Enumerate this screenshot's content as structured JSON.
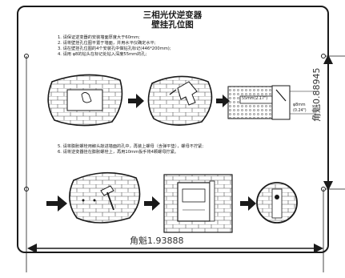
{
  "title": {
    "line1": "三相光伏逆变器",
    "line2": "壁挂孔位图"
  },
  "steps_top": [
    "1. 请保证逆变器的安装墙面厚度大于60mm;",
    "2. 请将壁挂孔位图平置于墙面，并用水平仪确定水平;",
    "3. 请在壁挂孔位图的4个安装孔中做钻孔标记(446*200mm);",
    "4. 请用 φ8的钻头在标记处钻入深度55mm的孔;"
  ],
  "steps_bottom": [
    "5. 请将膨胀螺栓用榔头敲进墙面的孔中，再装上螺母（含弹平垫），螺母不拧紧;",
    "6. 请将逆变器挂在膨胀螺栓上，再用10mm扳手将4颗螺母拧紧。"
  ],
  "drill_detail": {
    "label_55": "55mm(2.17\")",
    "label_phi": "φ8mm",
    "label_phi_in": "(0.24\")"
  },
  "dimensions": {
    "width_label": "角魁1.93888",
    "height_label": "角魁0.88945"
  },
  "colors": {
    "line": "#1a1a1a",
    "bubble": "#ffffff",
    "arrow": "#1a1a1a"
  }
}
